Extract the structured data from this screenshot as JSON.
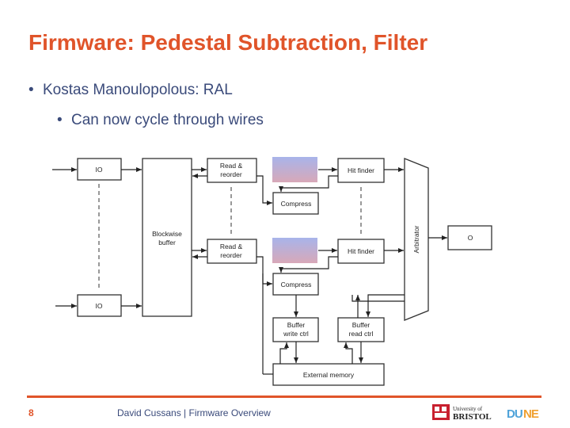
{
  "slide": {
    "title": "Firmware: Pedestal Subtraction, Filter",
    "bullets": [
      {
        "text": "Kostas Manoulopolous: RAL"
      },
      {
        "text": "Can now cycle through wires"
      }
    ],
    "page_number": "8",
    "footer_text": "David Cussans | Firmware Overview"
  },
  "diagram": {
    "blocks": {
      "io_top": "IO",
      "io_bottom": "IO",
      "blockwise_buffer_line1": "Blockwise",
      "blockwise_buffer_line2": "buffer",
      "read_reorder_1_line1": "Read &",
      "read_reorder_1_line2": "reorder",
      "read_reorder_2_line1": "Read &",
      "read_reorder_2_line2": "reorder",
      "compress_1": "Compress",
      "compress_2": "Compress",
      "hit_finder_1": "Hit finder",
      "hit_finder_2": "Hit finder",
      "arbitrator": "Arbitrator",
      "output": "O",
      "buffer_write_ctrl_line1": "Buffer",
      "buffer_write_ctrl_line2": "write ctrl",
      "buffer_read_ctrl_line1": "Buffer",
      "buffer_read_ctrl_line2": "read ctrl",
      "external_memory": "External memory"
    },
    "colors": {
      "block_fill": "#ffffff",
      "block_stroke": "#333333",
      "gradient_top": "#a8b4ea",
      "gradient_bottom": "#d8a8b8"
    }
  },
  "logos": {
    "bristol": "University of BRISTOL",
    "dune": "DUNE"
  },
  "colors": {
    "accent": "#e0542a",
    "text": "#3a4a7a"
  }
}
